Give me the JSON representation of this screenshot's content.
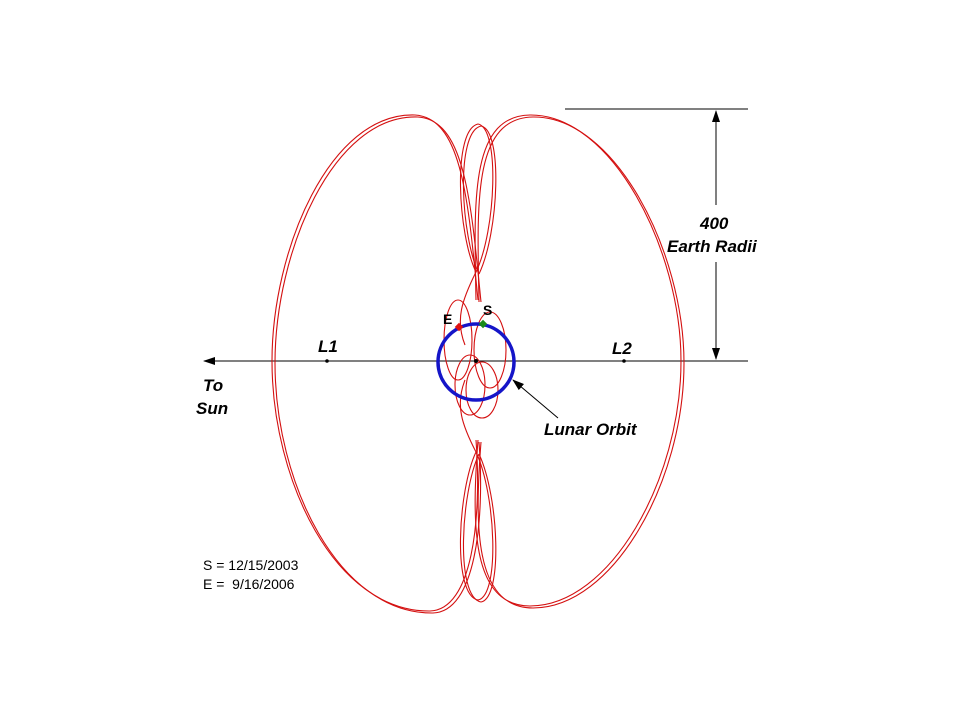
{
  "labels": {
    "l1": "L1",
    "l2": "L2",
    "to_sun_line1": "To",
    "to_sun_line2": "Sun",
    "scale_value": "400",
    "scale_unit": "Earth Radii",
    "lunar_orbit": "Lunar Orbit",
    "start_marker": "S",
    "end_marker": "E"
  },
  "legend": {
    "start": "S = 12/15/2003",
    "end": "E =  9/16/2006"
  },
  "colors": {
    "trajectory": "#d41010",
    "lunar_orbit": "#1515c8",
    "start_point": "#1a8a1a",
    "end_point": "#e01010"
  }
}
